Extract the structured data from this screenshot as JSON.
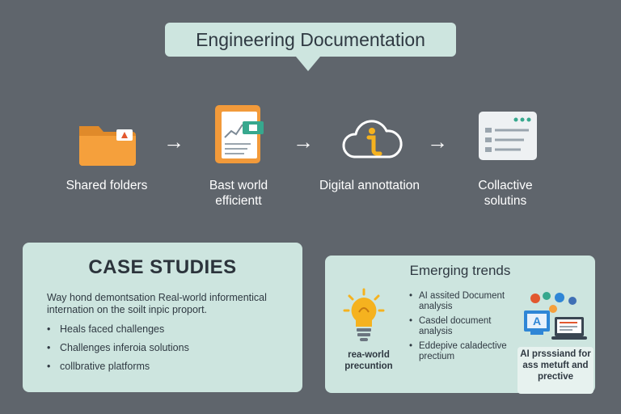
{
  "title": "Engineering Documentation",
  "flow": [
    {
      "label": "Shared folders",
      "icon": "folder-icon"
    },
    {
      "label": "Bast world\nefficientt",
      "icon": "document-chart-icon"
    },
    {
      "label": "Digital annottation",
      "icon": "cloud-info-icon"
    },
    {
      "label": "Collactive\nsolutins",
      "icon": "browser-window-icon"
    }
  ],
  "arrows": [
    "→",
    "→",
    "→"
  ],
  "case_studies": {
    "title": "CASE STUDIES",
    "text": "Way hond demontsation Real-world informentical internation on the soilt inpic proport.",
    "items": [
      "Heals faced challenges",
      "Challenges inferoia solutions",
      "collbrative platforms"
    ]
  },
  "emerging_trends": {
    "title": "Emerging trends",
    "items": [
      "AI assited Document analysis",
      "Casdel document analysis",
      "Eddepive caladective prectium"
    ],
    "bulb_caption": "rea-world precuntion",
    "ai_caption": "AI prsssiand for ass metuft and prective",
    "icon_badge": "A"
  },
  "colors": {
    "background": "#5f656c",
    "panel": "#cde5df",
    "folder": "#f5a03c",
    "bulb": "#f5b21f",
    "accent_teal": "#37a88e"
  }
}
